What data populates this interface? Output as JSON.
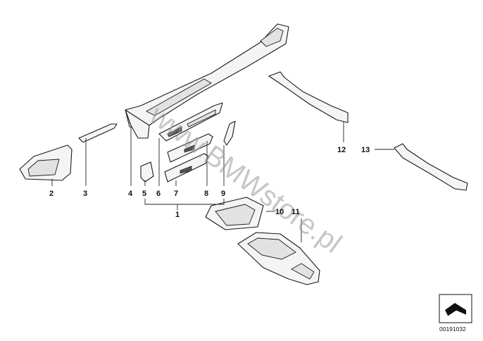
{
  "diagram": {
    "watermark": "www.BMWstore.pl",
    "catalog_code": "00191032",
    "callouts": [
      {
        "id": "c1",
        "label": "1"
      },
      {
        "id": "c2",
        "label": "2"
      },
      {
        "id": "c3",
        "label": "3"
      },
      {
        "id": "c4",
        "label": "4"
      },
      {
        "id": "c5",
        "label": "5"
      },
      {
        "id": "c6",
        "label": "6"
      },
      {
        "id": "c7",
        "label": "7"
      },
      {
        "id": "c8",
        "label": "8"
      },
      {
        "id": "c9",
        "label": "9"
      },
      {
        "id": "c10",
        "label": "10"
      },
      {
        "id": "c11",
        "label": "11"
      },
      {
        "id": "c12",
        "label": "12"
      },
      {
        "id": "c13",
        "label": "13"
      }
    ]
  }
}
